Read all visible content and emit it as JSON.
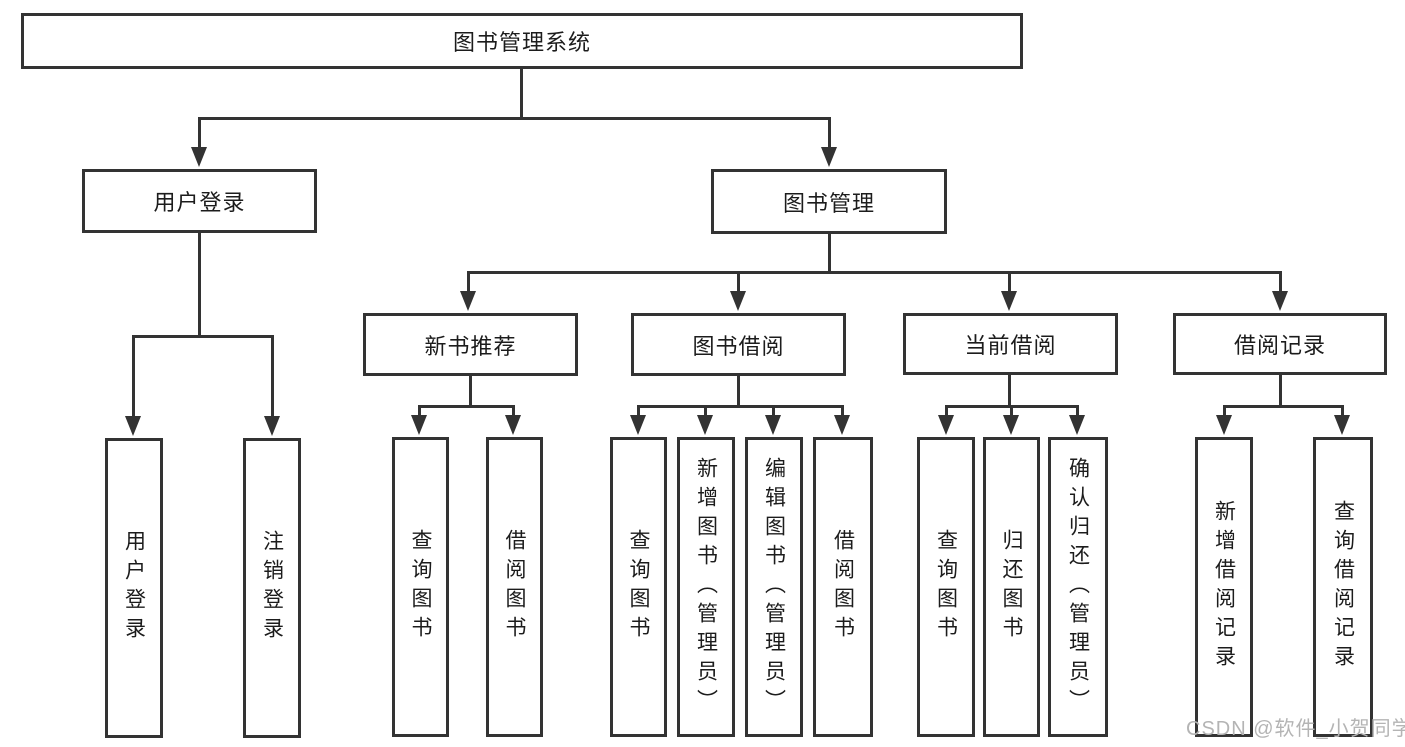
{
  "tree": {
    "root": {
      "label": "图书管理系统"
    },
    "children": [
      {
        "label": "用户登录",
        "children": [
          {
            "label": "用户登录"
          },
          {
            "label": "注销登录"
          }
        ]
      },
      {
        "label": "图书管理",
        "children": [
          {
            "label": "新书推荐",
            "children": [
              {
                "label": "查询图书"
              },
              {
                "label": "借阅图书"
              }
            ]
          },
          {
            "label": "图书借阅",
            "children": [
              {
                "label": "查询图书"
              },
              {
                "label": "新增图书（管理员）"
              },
              {
                "label": "编辑图书（管理员）"
              },
              {
                "label": "借阅图书"
              }
            ]
          },
          {
            "label": "当前借阅",
            "children": [
              {
                "label": "查询图书"
              },
              {
                "label": "归还图书"
              },
              {
                "label": "确认归还（管理员）"
              }
            ]
          },
          {
            "label": "借阅记录",
            "children": [
              {
                "label": "新增借阅记录"
              },
              {
                "label": "查询借阅记录"
              }
            ]
          }
        ]
      }
    ]
  },
  "watermark": {
    "text": "CSDN @软件_小贺同学"
  },
  "colors": {
    "line": "#333333",
    "box_border": "#333333",
    "box_background": "#ffffff",
    "text": "#1c1c1c",
    "watermark": "#b4b4b4",
    "background": "#ffffff"
  }
}
